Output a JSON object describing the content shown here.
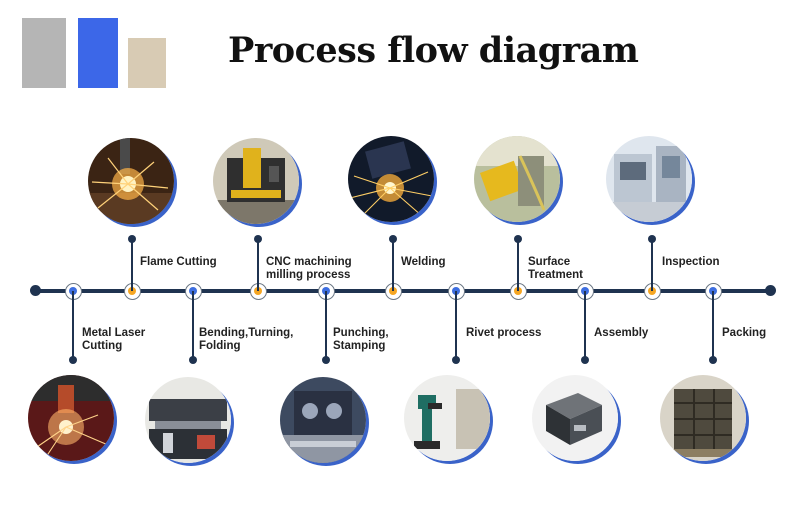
{
  "header": {
    "title": "Process flow diagram",
    "accent_colors": [
      "#b5b5b5",
      "#3c67e8",
      "#d8cbb4"
    ]
  },
  "line_color": "#1f3350",
  "node_colors": {
    "blue": "#3d6ee0",
    "orange": "#f5a623"
  },
  "steps_above": [
    {
      "label_lines": [
        "Flame Cutting"
      ],
      "icon": "flame-cutting-photo"
    },
    {
      "label_lines": [
        "CNC machining",
        "milling process"
      ],
      "icon": "cnc-machine-photo"
    },
    {
      "label_lines": [
        "Welding"
      ],
      "icon": "welding-photo"
    },
    {
      "label_lines": [
        "Surface",
        "Treatment"
      ],
      "icon": "surface-treatment-photo"
    },
    {
      "label_lines": [
        "Inspection"
      ],
      "icon": "inspection-photo"
    }
  ],
  "steps_below": [
    {
      "label_lines": [
        "Metal Laser",
        "Cutting"
      ],
      "icon": "laser-cutting-photo"
    },
    {
      "label_lines": [
        "Bending,Turning,",
        "Folding"
      ],
      "icon": "bending-photo"
    },
    {
      "label_lines": [
        "Punching,",
        "Stamping"
      ],
      "icon": "punching-photo"
    },
    {
      "label_lines": [
        "Rivet process"
      ],
      "icon": "rivet-machine-photo"
    },
    {
      "label_lines": [
        "Assembly"
      ],
      "icon": "assembly-photo"
    },
    {
      "label_lines": [
        "Packing"
      ],
      "icon": "packing-photo"
    }
  ]
}
